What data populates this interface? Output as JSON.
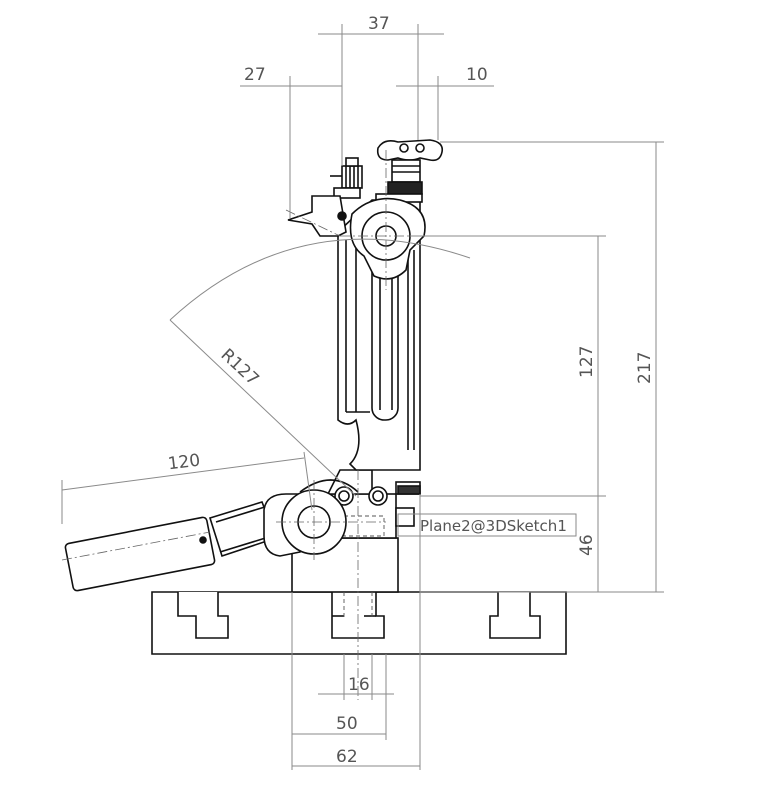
{
  "drawing": {
    "dimensions": {
      "d37": "37",
      "d27": "27",
      "d10": "10",
      "d217": "217",
      "d127": "127",
      "d46": "46",
      "d120": "120",
      "r127": "R127",
      "d16": "16",
      "d50": "50",
      "d62": "62"
    },
    "plane_label": "Plane2@3DSketch1"
  },
  "colors": {
    "line": "#111111",
    "dimension": "#8a8a8a",
    "text": "#555555"
  }
}
